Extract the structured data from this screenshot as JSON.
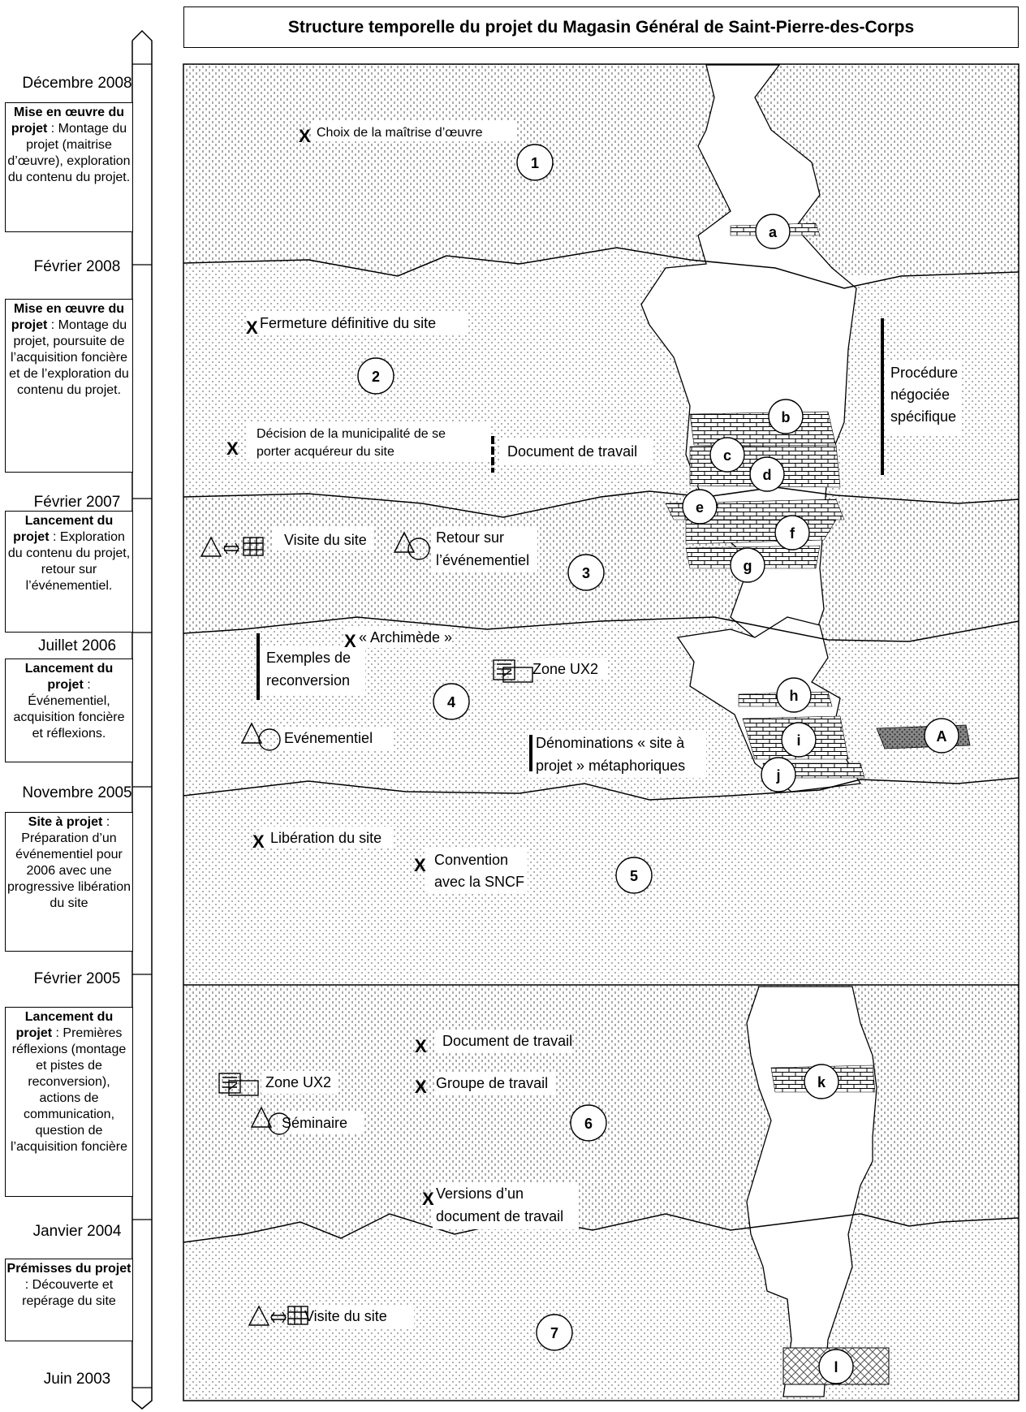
{
  "title": "Structure temporelle du projet du Magasin Général de Saint-Pierre-des-Corps",
  "timeline": {
    "dates": [
      "Décembre 2008",
      "Février 2008",
      "Février 2007",
      "Juillet 2006",
      "Novembre 2005",
      "Février 2005",
      "Janvier 2004",
      "Juin 2003"
    ],
    "phases": [
      {
        "bold": "Mise en œuvre du projet",
        "rest": " : Montage du projet (maitrise d’œuvre), exploration du contenu du projet."
      },
      {
        "bold": "Mise en œuvre du projet",
        "rest": " : Montage du projet, poursuite de l’acquisition foncière et de l’exploration du contenu du projet."
      },
      {
        "bold": "Lancement du projet",
        "rest": " : Exploration du contenu du projet, retour sur l’événementiel."
      },
      {
        "bold": "Lancement du projet",
        "rest": " : Événementiel, acquisition foncière et réflexions."
      },
      {
        "bold": "Site à projet",
        "rest": " : Préparation d’un événementiel pour 2006 avec une progressive libération du site"
      },
      {
        "bold": "Lancement du projet",
        "rest": " : Premières réflexions (montage et pistes de reconversion), actions de communication, question de l’acquisition foncière"
      },
      {
        "bold": "Prémisses du projet",
        "rest": " : Découverte et repérage du site"
      }
    ]
  },
  "labels": {
    "choix": "Choix de la maîtrise d’œuvre",
    "fermeture": "Fermeture définitive du site",
    "decision1": "Décision de la municipalité de se",
    "decision2": "porter acquéreur du site",
    "doc_travail_2": "Document de travail",
    "procedure1": "Procédure",
    "procedure2": "négociée",
    "procedure3": "spécifique",
    "visite_3": "Visite du site",
    "retour1": "Retour sur",
    "retour2": "l’événementiel",
    "archimede": "« Archimède »",
    "exemples1": "Exemples de",
    "exemples2": "reconversion",
    "zone_4": "Zone UX2",
    "evenementiel": "Evénementiel",
    "denom1": "Dénominations « site à",
    "denom2": "projet » métaphoriques",
    "liberation": "Libération du site",
    "convention1": "Convention",
    "convention2": "avec la SNCF",
    "doc_travail_6": "Document de travail",
    "groupe": "Groupe de travail",
    "zone_6": "Zone UX2",
    "seminaire": "Séminaire",
    "versions1": "Versions d’un",
    "versions2": "document de travail",
    "visite_7": "Visite du site",
    "x_mark": "X"
  },
  "circles": {
    "n1": "1",
    "n2": "2",
    "n3": "3",
    "n4": "4",
    "n5": "5",
    "n6": "6",
    "n7": "7",
    "a": "a",
    "b": "b",
    "c": "c",
    "d": "d",
    "e": "e",
    "f": "f",
    "g": "g",
    "h": "h",
    "i": "i",
    "j": "j",
    "k": "k",
    "l": "l",
    "A": "A"
  }
}
